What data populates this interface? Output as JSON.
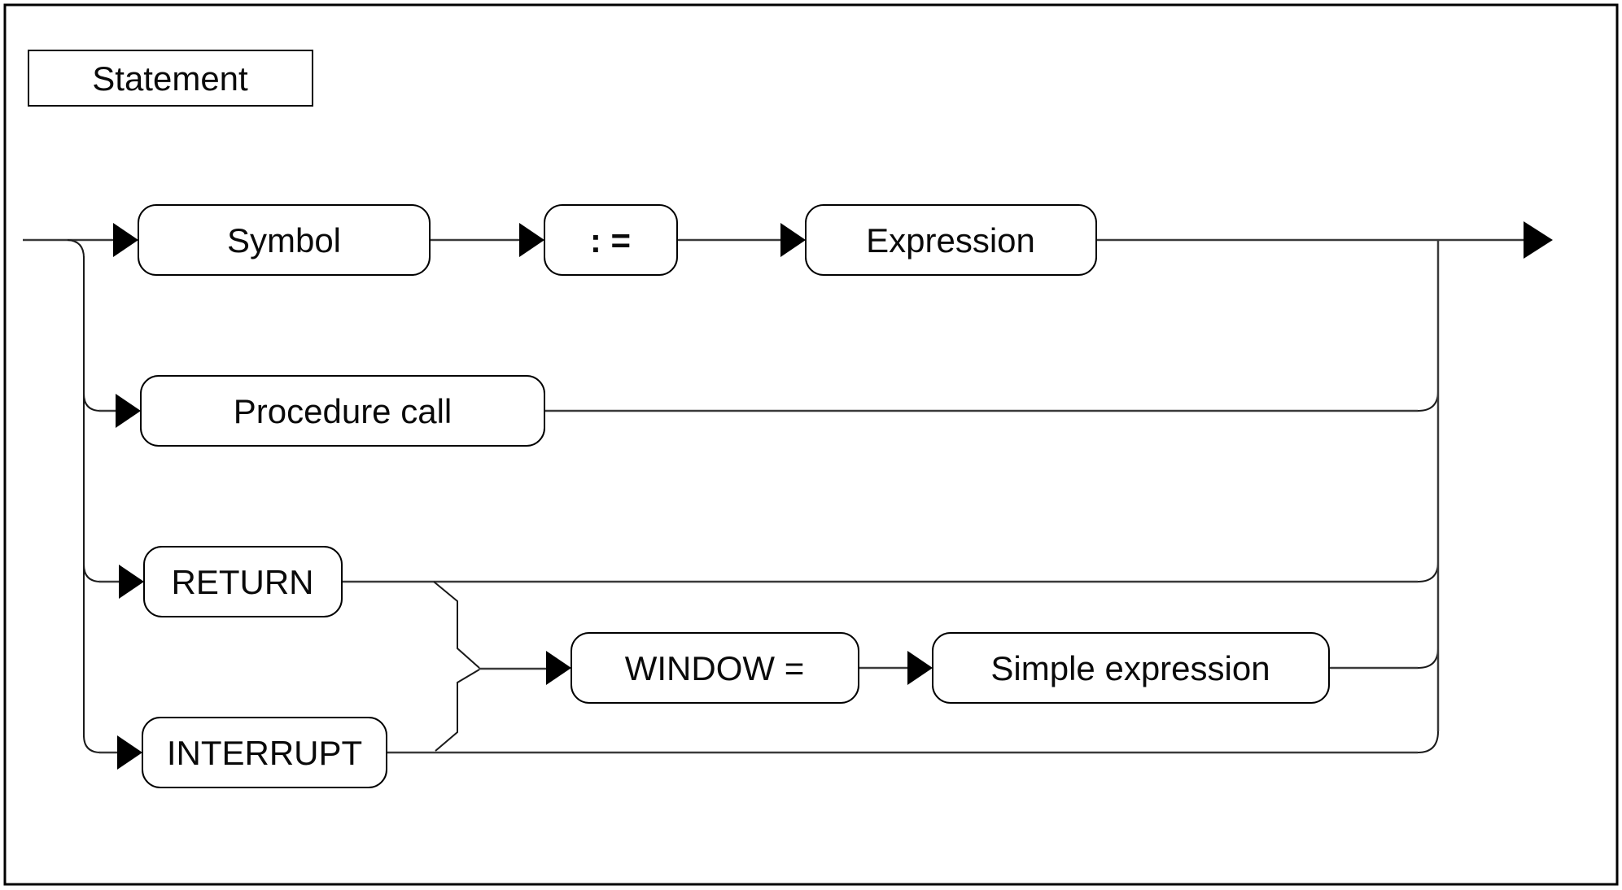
{
  "diagram": {
    "title": "Statement",
    "kind": "railroad-syntax-diagram",
    "nodes": {
      "symbol": "Symbol",
      "assign": ": =",
      "expression": "Expression",
      "procedure_call": "Procedure call",
      "return_kw": "RETURN",
      "window_eq": "WINDOW =",
      "simple_expression": "Simple expression",
      "interrupt": "INTERRUPT"
    },
    "colors": {
      "background": "#ffffff",
      "line": "#3a3a3a",
      "box_border": "#000000",
      "arrow": "#000000",
      "text": "#0a0a0a"
    }
  }
}
